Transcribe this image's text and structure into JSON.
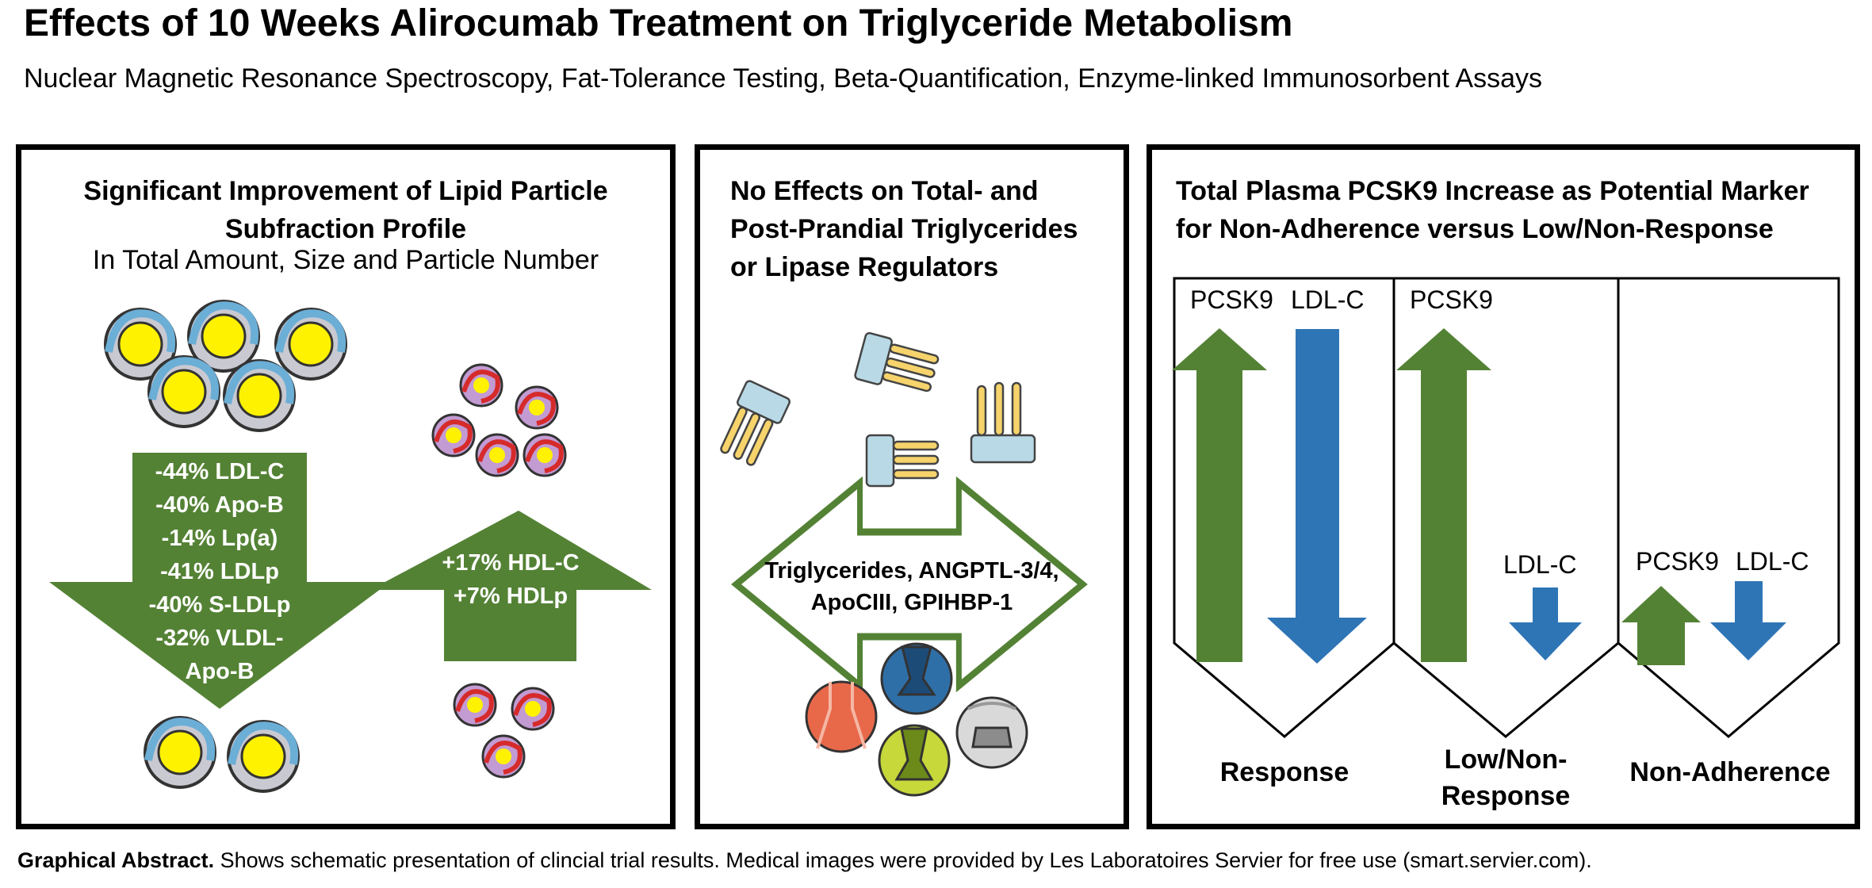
{
  "title": "Effects of 10 Weeks Alirocumab Treatment on Triglyceride Metabolism",
  "subtitle": "Nuclear Magnetic Resonance Spectroscopy, Fat-Tolerance Testing, Beta-Quantification, Enzyme-linked Immunosorbent Assays",
  "panel1": {
    "title_line1": "Significant Improvement of Lipid Particle",
    "title_line2": "Subfraction Profile",
    "subtitle": "In Total Amount, Size and Particle Number",
    "down_labels": [
      "-44% LDL-C",
      "-40% Apo-B",
      "-14% Lp(a)",
      "-41% LDLp",
      "-40% S-LDLp",
      "-32% VLDL-",
      "Apo-B"
    ],
    "up_labels": [
      "+17% HDL-C",
      "+7% HDLp"
    ]
  },
  "panel2": {
    "title_line1": "No Effects on Total- and",
    "title_line2": "Post-Prandial Triglycerides",
    "title_line3": "or Lipase Regulators",
    "arrow_line1": "Triglycerides, ANGPTL-3/4,",
    "arrow_line2": "ApoCIII, GPIHBP-1"
  },
  "panel3": {
    "title_line1": "Total Plasma PCSK9 Increase as Potential Marker",
    "title_line2": "for Non-Adherence versus Low/Non-Response",
    "columns": [
      {
        "label_pcsk9": "PCSK9",
        "label_ldlc": "LDL-C",
        "bottom": "Response",
        "bottom2": ""
      },
      {
        "label_pcsk9": "PCSK9",
        "label_ldlc": "LDL-C",
        "bottom": "Low/Non-",
        "bottom2": "Response"
      },
      {
        "label_pcsk9": "PCSK9",
        "label_ldlc": "LDL-C",
        "bottom": "Non-Adherence",
        "bottom2": ""
      }
    ]
  },
  "caption": {
    "bold": "Graphical Abstract.",
    "text": " Shows schematic presentation of clincial trial results. Medical images were provided by Les Laboratoires Servier for free use (smart.servier.com)."
  },
  "colors": {
    "green": "#548235",
    "blue": "#2E75B6",
    "yellow": "#FFF200",
    "lightblue": "#6BAED6"
  }
}
